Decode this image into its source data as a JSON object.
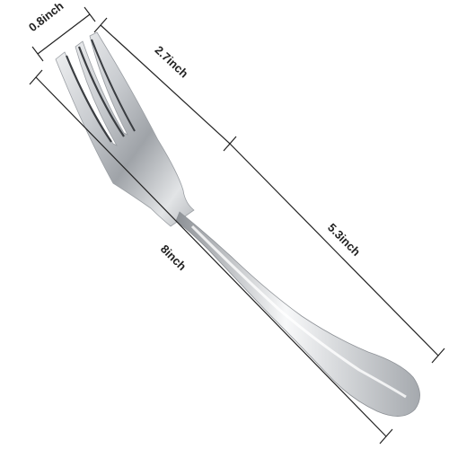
{
  "dimensions": {
    "tine_width": "0.8inch",
    "head_length": "2.7inch",
    "handle_length": "5.3inch",
    "total_length": "8inch"
  }
}
